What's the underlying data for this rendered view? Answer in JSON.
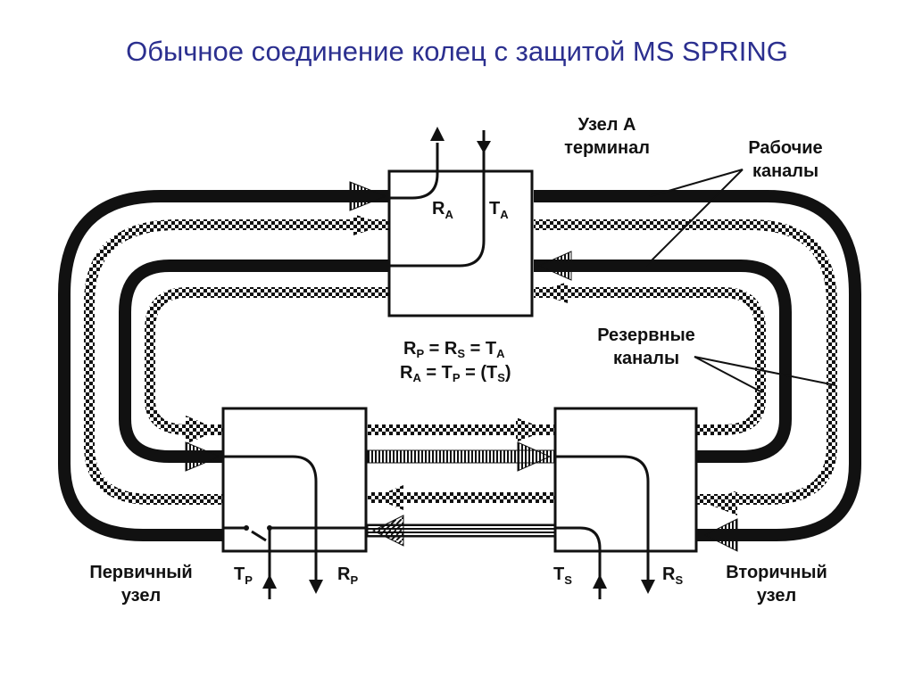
{
  "title": "Обычное соединение колец с защитой MS SPRING",
  "labels": {
    "node_a_line1": "Узел А",
    "node_a_line2": "терминал",
    "working_line1": "Рабочие",
    "working_line2": "каналы",
    "protection_line1": "Резервные",
    "protection_line2": "каналы",
    "primary_line1": "Первичный",
    "primary_line2": "узел",
    "secondary_line1": "Вторичный",
    "secondary_line2": "узел"
  },
  "ports": {
    "ra": {
      "main": "R",
      "sub": "A"
    },
    "ta": {
      "main": "T",
      "sub": "A"
    },
    "tp": {
      "main": "T",
      "sub": "P"
    },
    "rp": {
      "main": "R",
      "sub": "P"
    },
    "ts": {
      "main": "T",
      "sub": "S"
    },
    "rs": {
      "main": "R",
      "sub": "S"
    }
  },
  "equations": {
    "eq1": {
      "r1": "R",
      "s1": "P",
      "mid1": " = R",
      "s2": "S",
      "mid2": " = T",
      "s3": "A"
    },
    "eq2": {
      "r1": "R",
      "s1": "A",
      "mid1": " = T",
      "s2": "P",
      "mid2": " = (T",
      "s3": "S",
      "end": ")"
    }
  },
  "colors": {
    "title": "#2b2f8f",
    "ink": "#111111"
  }
}
